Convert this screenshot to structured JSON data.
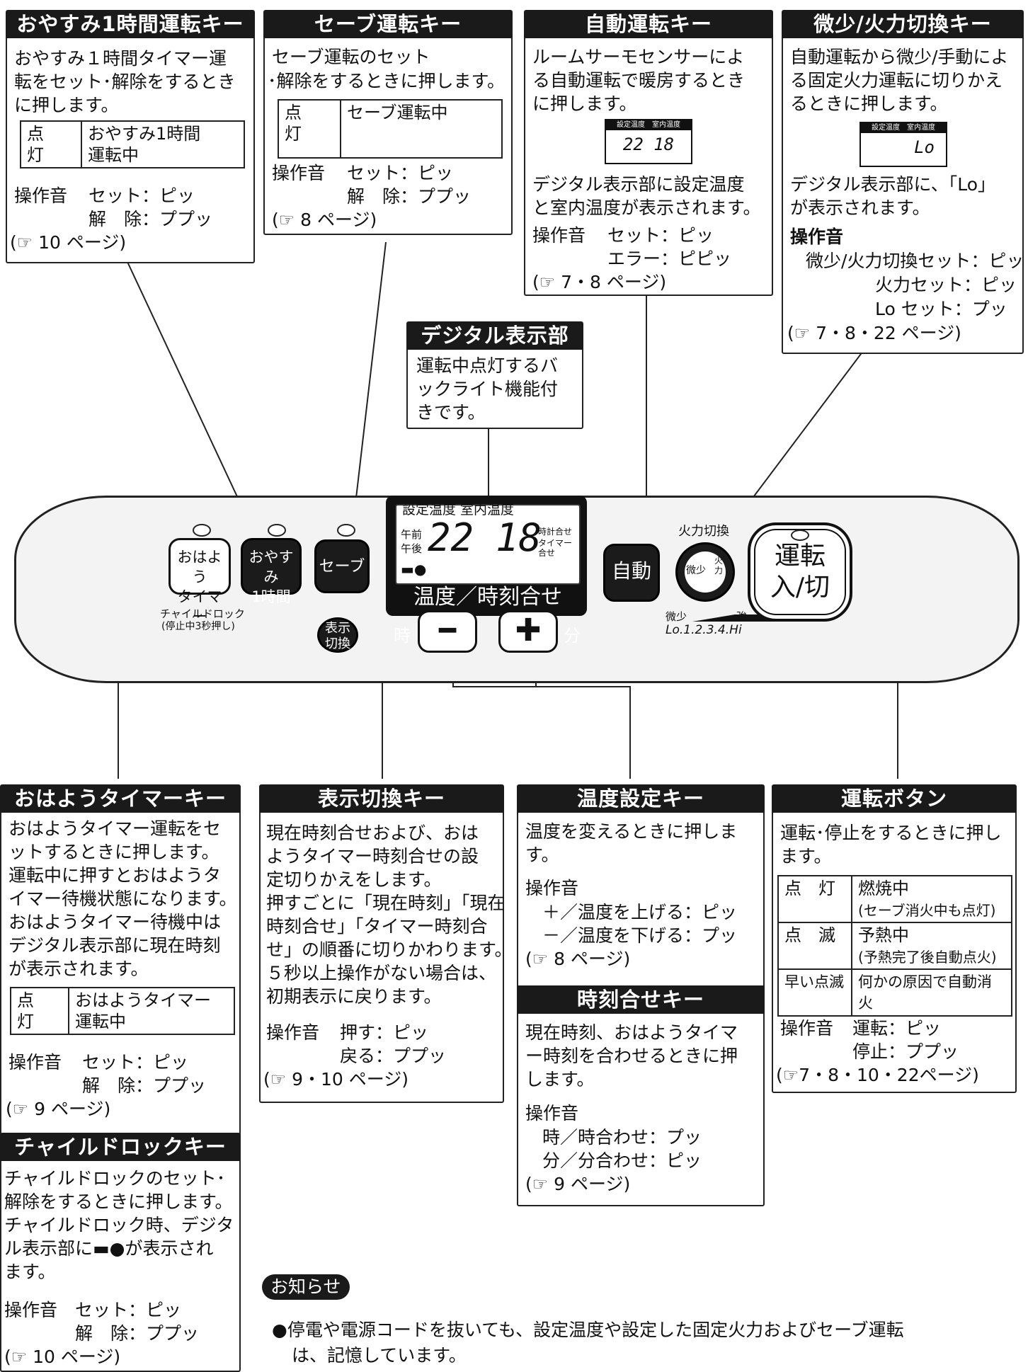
{
  "oyasumi": {
    "title": "おやすみ1時間運転キー",
    "desc": [
      "おやすみ１時間タイマー運",
      "転をセット･解除をするとき",
      "に押します。"
    ],
    "table": {
      "k": "点　灯",
      "v1": "おやすみ1時間",
      "v2": "運転中"
    },
    "sound_label": "操作音",
    "sound1": "セット：ピッ",
    "sound2": "解　除：ププッ",
    "ref": "(☞ 10 ページ)"
  },
  "save": {
    "title": "セーブ運転キー",
    "desc": [
      "セーブ運転のセット",
      "･解除をするときに押します。"
    ],
    "table": {
      "k": "点　灯",
      "v": "セーブ運転中"
    },
    "sound_label": "操作音",
    "sound1": "セット：ピッ",
    "sound2": "解　除：ププッ",
    "ref": "(☞ 8 ページ)"
  },
  "auto": {
    "title": "自動運転キー",
    "desc": [
      "ルームサーモセンサーによ",
      "る自動運転で暖房するとき",
      "に押します。"
    ],
    "lcd_labels": "設定温度　室内温度",
    "lcd_value": "22 18",
    "desc2": [
      "デジタル表示部に設定温度",
      "と室内温度が表示されます。"
    ],
    "sound_label": "操作音",
    "sound1": "セット：ピッ",
    "sound2": "エラー：ピピッ",
    "ref": "(☞ 7・8 ページ)"
  },
  "fire": {
    "title": "微少/火力切換キー",
    "desc": [
      "自動運転から微少/手動によ",
      "る固定火力運転に切りかえ",
      "るときに押します。"
    ],
    "lcd_labels": "設定温度　室内温度",
    "lcd_value": "Lo",
    "desc2": [
      "デジタル表示部に、「Lo」",
      "が表示されます。"
    ],
    "sound_label": "操作音",
    "sound1": "微少/火力切換セット：ピッ",
    "sound2": "火力セット：ピッ",
    "sound3": "Lo セット：プッ",
    "ref": "(☞ 7・8・22 ページ)"
  },
  "digital": {
    "title": "デジタル表示部",
    "desc": [
      "運転中点灯するバ",
      "ックライト機能付",
      "きです。"
    ]
  },
  "panel": {
    "lcd_top": "設定温度 室内温度",
    "am": "午前",
    "pm": "午後",
    "set_temp": "22",
    "room_temp": "18",
    "clock_set": "時計合せ",
    "timer_set": "タイマー合せ",
    "ohayo_btn": [
      "おはよう",
      "タイマー"
    ],
    "oyasumi_btn": [
      "おやすみ",
      "1時間"
    ],
    "save_btn": "セーブ",
    "child_lock": "チャイルドロック",
    "child_lock_sub": "(停止中3秒押し)",
    "display_btn": [
      "表示",
      "切換"
    ],
    "temp_time": "温度／時刻合せ",
    "hour": "時",
    "minute": "分",
    "auto_btn": "自動",
    "fire_label": "火力切換",
    "fire_btn_l": "微少",
    "fire_btn_r": "火力",
    "level_min": "微少",
    "level_max": "強",
    "levels": "Lo.1.2.3.4.Hi",
    "power_btn": [
      "運転",
      "入/切"
    ]
  },
  "ohayo": {
    "title": "おはようタイマーキー",
    "desc": [
      "おはようタイマー運転をセ",
      "ットするときに押します。",
      "運転中に押すとおはようタ",
      "イマー待機状態になります。",
      "おはようタイマー待機中は",
      "デジタル表示部に現在時刻",
      "が表示されます。"
    ],
    "table": {
      "k": "点　灯",
      "v1": "おはようタイマー",
      "v2": "運転中"
    },
    "sound_label": "操作音",
    "sound1": "セット：ピッ",
    "sound2": "解　除：ププッ",
    "ref": "(☞ 9 ページ)"
  },
  "childlock": {
    "title": "チャイルドロックキー",
    "desc": [
      "チャイルドロックのセット･",
      "解除をするときに押します。",
      "チャイルドロック時、デジタ",
      "ル表示部に",
      "ます。"
    ],
    "desc_icon_after": "が表示され",
    "sound_label": "操作音",
    "sound1": "セット：ピッ",
    "sound2": "解　除：ププッ",
    "ref": "(☞ 10 ページ)"
  },
  "display": {
    "title": "表示切換キー",
    "desc": [
      "現在時刻合せおよび、おは",
      "ようタイマー時刻合せの設",
      "定切りかえをします。",
      "押すごとに「現在時刻」「現在",
      "時刻合せ」「タイマー時刻合",
      "せ」の順番に切りかわります。",
      "５秒以上操作がない場合は、",
      "初期表示に戻ります。"
    ],
    "sound_label": "操作音",
    "sound1": "押す：ピッ",
    "sound2": "戻る：ププッ",
    "ref": "(☞ 9・10 ページ)"
  },
  "tempset": {
    "title": "温度設定キー",
    "desc": [
      "温度を変えるときに押しま",
      "す。"
    ],
    "sound_label": "操作音",
    "sound1": "＋／温度を上げる：ピッ",
    "sound2": "－／温度を下げる：プッ",
    "ref": "(☞ 8 ページ)"
  },
  "timeset": {
    "title": "時刻合せキー",
    "desc": [
      "現在時刻、おはようタイマ",
      "ー時刻を合わせるときに押",
      "します。"
    ],
    "sound_label": "操作音",
    "sound1": "時／時合わせ：プッ",
    "sound2": "分／分合わせ：ピッ",
    "ref": "(☞ 9 ページ)"
  },
  "power": {
    "title": "運転ボタン",
    "desc": [
      "運転･停止をするときに押し",
      "ます。"
    ],
    "rows": [
      {
        "k": "点　灯",
        "v": "燃焼中",
        "sub": "(セーブ消火中も点灯)"
      },
      {
        "k": "点　滅",
        "v": "予熱中",
        "sub": "(予熱完了後自動点火)"
      },
      {
        "k": "早い点滅",
        "v": "何かの原因で自動消火",
        "sub": ""
      }
    ],
    "sound_label": "操作音",
    "sound1": "運転：ピッ",
    "sound2": "停止：ププッ",
    "ref": "(☞7・8・10・22ページ)"
  },
  "notice": {
    "label": "お知らせ",
    "line1": "●停電や電源コードを抜いても、設定温度や設定した固定火力およびセーブ運転",
    "line2": "は、記憶しています。"
  }
}
